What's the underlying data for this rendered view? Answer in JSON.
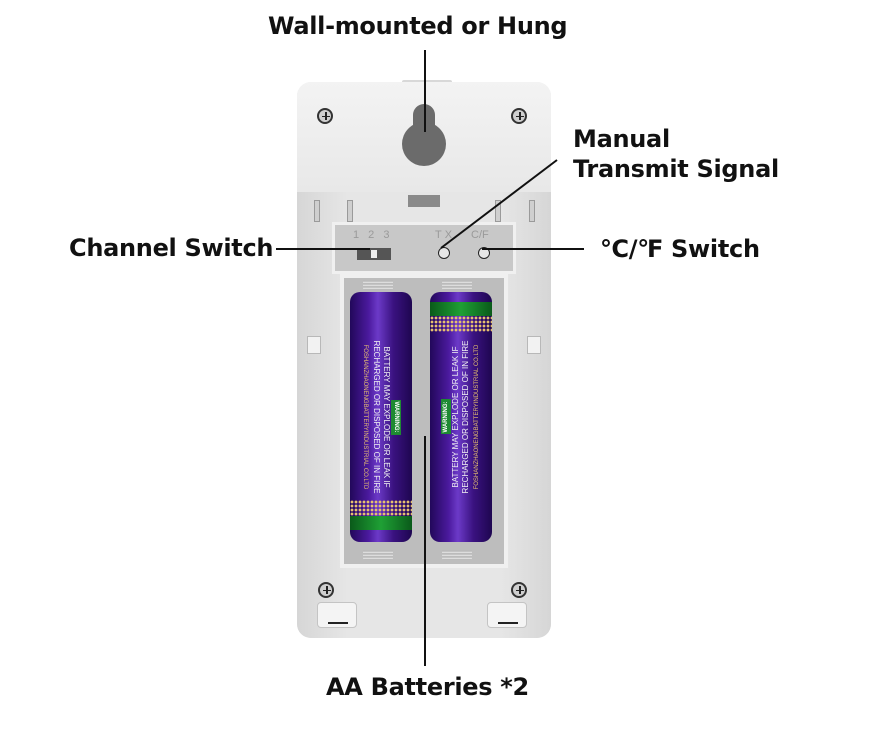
{
  "callouts": {
    "wall_mount": "Wall-mounted or Hung",
    "manual_transmit_line1": "Manual",
    "manual_transmit_line2": "Transmit Signal",
    "channel_switch": "Channel Switch",
    "temp_unit_switch": "℃/℉ Switch",
    "batteries": "AA Batteries *2"
  },
  "device": {
    "channel_labels": "1 2 3",
    "tx_label": "TX",
    "cf_label": "C/F",
    "battery_warning_tag": "WARNING:",
    "battery_warning_line1": "BATTERY MAY EXPLODE OR LEAK IF",
    "battery_warning_line2": "RECHARGED OR DISPOSED OF IN FIRE",
    "battery_maker": "FOSHANZHAONENGBATTERYINDUSTRIAL CO.LTD"
  },
  "colors": {
    "battery_purple": "#4b1a9e",
    "battery_green": "#1fa035",
    "battery_gold": "#e6c070",
    "device_body": "#e6e6e6",
    "leader_line": "#111111"
  }
}
